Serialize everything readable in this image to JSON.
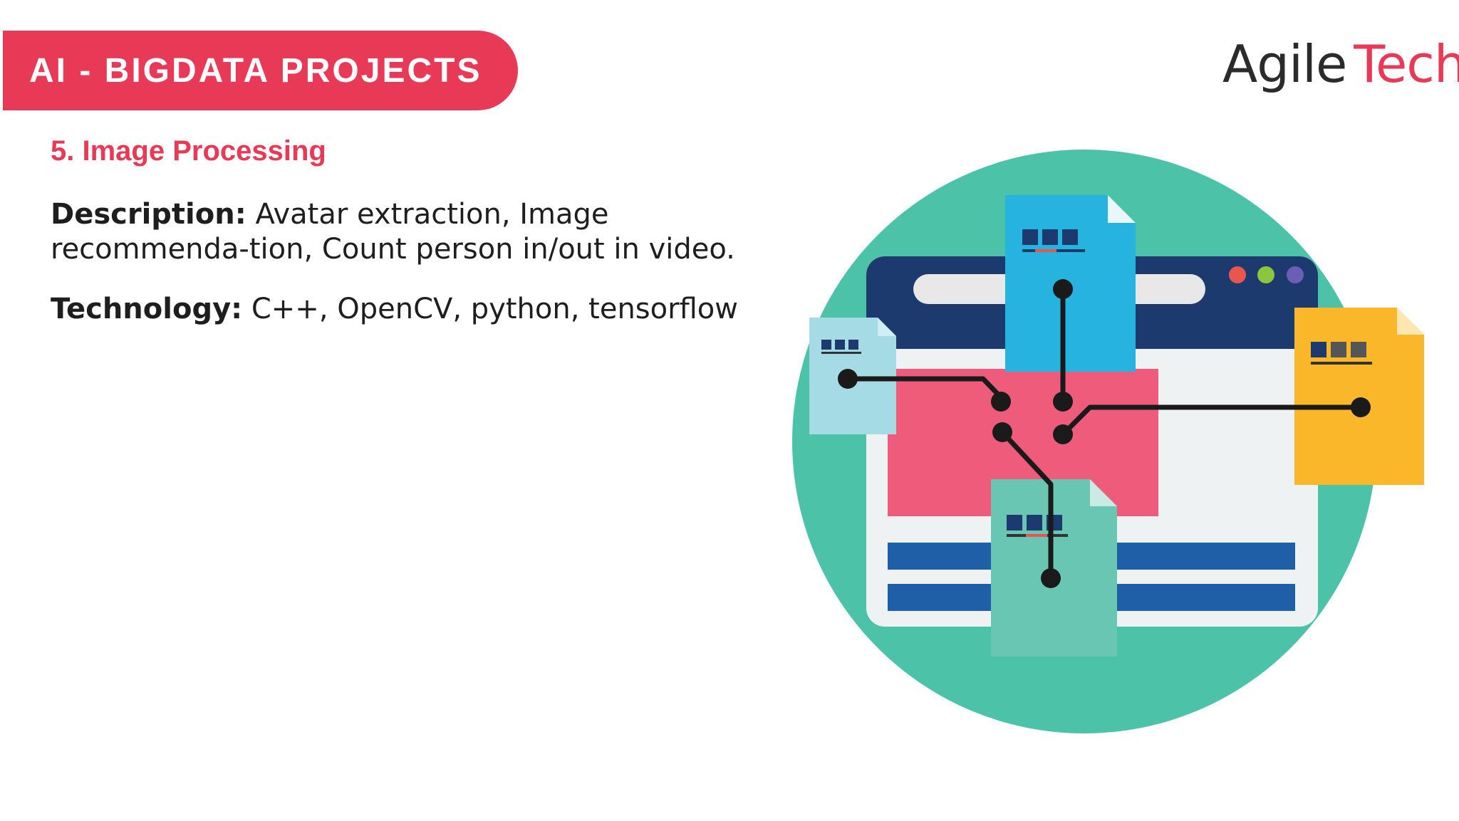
{
  "header": {
    "banner_title": "AI - BIGDATA PROJECTS",
    "logo_part1": "Agile",
    "logo_part2": "Tech",
    "accent_color": "#e83a56"
  },
  "project": {
    "title": "5. Image Processing",
    "description_label": "Description:",
    "description_text": "Avatar extraction, Image recommenda-tion, Count person in/out in video.",
    "technology_label": "Technology:",
    "technology_text": "C++, OpenCV, python, tensorflow"
  },
  "illustration": {
    "icon": "image-processing-network-icon",
    "colors": {
      "circle": "#4cc2a9",
      "browser_header": "#1c3a6e",
      "browser_body": "#eef2f3",
      "image_area": "#ef5b7a",
      "bars": "#1e5fa8",
      "doc_blue": "#27b3e0",
      "doc_light": "#a5dbe4",
      "doc_yellow": "#fbb72a",
      "doc_green": "#69c6b2",
      "lines": "#1a1a1a"
    }
  }
}
